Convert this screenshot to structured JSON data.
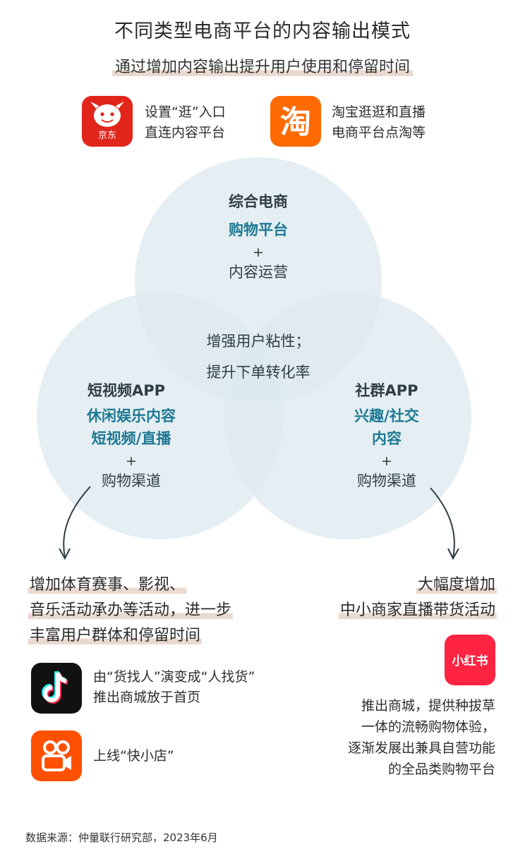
{
  "title": "不同类型电商平台的内容输出模式",
  "subtitle": "通过增加内容输出提升用户使用和停留时间",
  "top_apps": [
    {
      "name": "京东",
      "icon": "jd-dog-icon",
      "color": "#e1251b",
      "lines": [
        "设置“逛”入口",
        "直连内容平台"
      ]
    },
    {
      "name": "淘",
      "icon": "taobao-icon",
      "color": "#ff6a00",
      "lines": [
        "淘宝逛逛和直播",
        "电商平台点淘等"
      ]
    }
  ],
  "venn": {
    "top": {
      "head": "综合电商",
      "teal": "购物平台",
      "plus": "+",
      "plain": "内容运营"
    },
    "left": {
      "head": "短视频APP",
      "teal1": "休闲娱乐内容",
      "teal2": "短视频/直播",
      "plus": "+",
      "plain": "购物渠道"
    },
    "right": {
      "head": "社群APP",
      "teal1": "兴趣/社交",
      "teal2": "内容",
      "plus": "+",
      "plain": "购物渠道"
    },
    "center": [
      "增强用户粘性；",
      "提升下单转化率"
    ]
  },
  "left_block": {
    "lines": [
      "增加体育赛事、影视、",
      "音乐活动承办等活动，进一步",
      "丰富用户群体和停留时间"
    ],
    "apps": [
      {
        "icon": "tiktok-icon",
        "lines": [
          "由“货找人”演变成“人找货”",
          "推出商城放于首页"
        ]
      },
      {
        "icon": "kuaishou-icon",
        "lines": [
          "上线“快小店”"
        ]
      }
    ]
  },
  "right_block": {
    "lines": [
      "大幅度增加",
      "中小商家直播带货活动"
    ],
    "app": {
      "name": "小红书",
      "icon": "xiaohongshu-icon",
      "color": "#ff2442"
    },
    "desc": [
      "推出商城，提供种拔草",
      "一体的流畅购物体验，",
      "逐渐发展出兼具自营功能",
      "的全品类购物平台"
    ]
  },
  "source": "数据来源：仲量联行研究部，2023年6月",
  "colors": {
    "circle": "#e3eef2",
    "circle_stroke": "#d2e3e9",
    "teal": "#1f7892",
    "highlight": "#ead9cf"
  }
}
